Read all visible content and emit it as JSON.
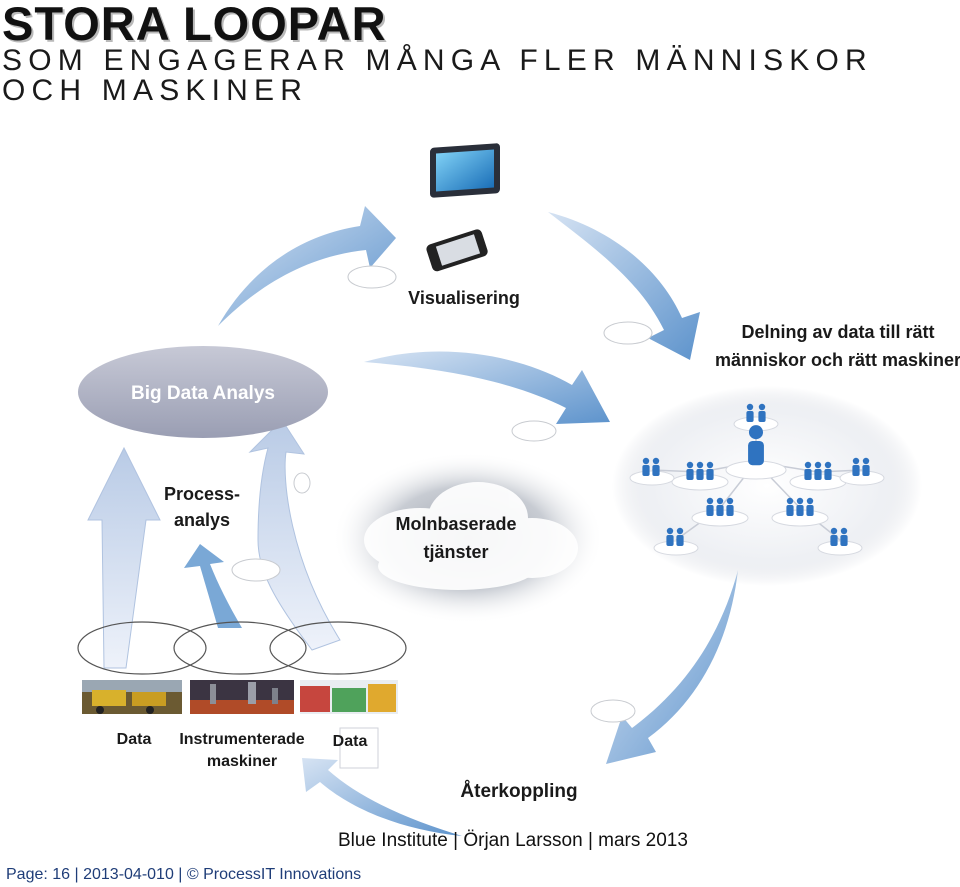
{
  "header": {
    "title": "STORA LOOPAR",
    "subtitle": "SOM ENGAGERAR MÅNGA FLER MÄNNISKOR OCH MASKINER"
  },
  "diagram": {
    "visualisering": "Visualisering",
    "delning_line1": "Delning av data till rätt",
    "delning_line2": "människor och rätt maskiner",
    "big_data": "Big Data Analys",
    "process_line1": "Process-",
    "process_line2": "analys",
    "moln_line1": "Molnbaserade",
    "moln_line2": "tjänster",
    "data_left": "Data",
    "instr_line1": "Instrumenterade",
    "instr_line2": "maskiner",
    "data_right": "Data",
    "aterkoppling": "Återkoppling"
  },
  "credit": "Blue Institute | Örjan Larsson | mars 2013",
  "footer": "Page: 16  | 2013-04-010 | © ProcessIT Innovations",
  "colors": {
    "arrow": "#6f9fd0",
    "arrow_light": "#c9d7ec",
    "ellipse_fill": "#a9acbd",
    "people": "#2f73c0"
  },
  "icons": [
    "monitor-icon",
    "phone-icon",
    "cloud-icon",
    "people-network-icon"
  ]
}
